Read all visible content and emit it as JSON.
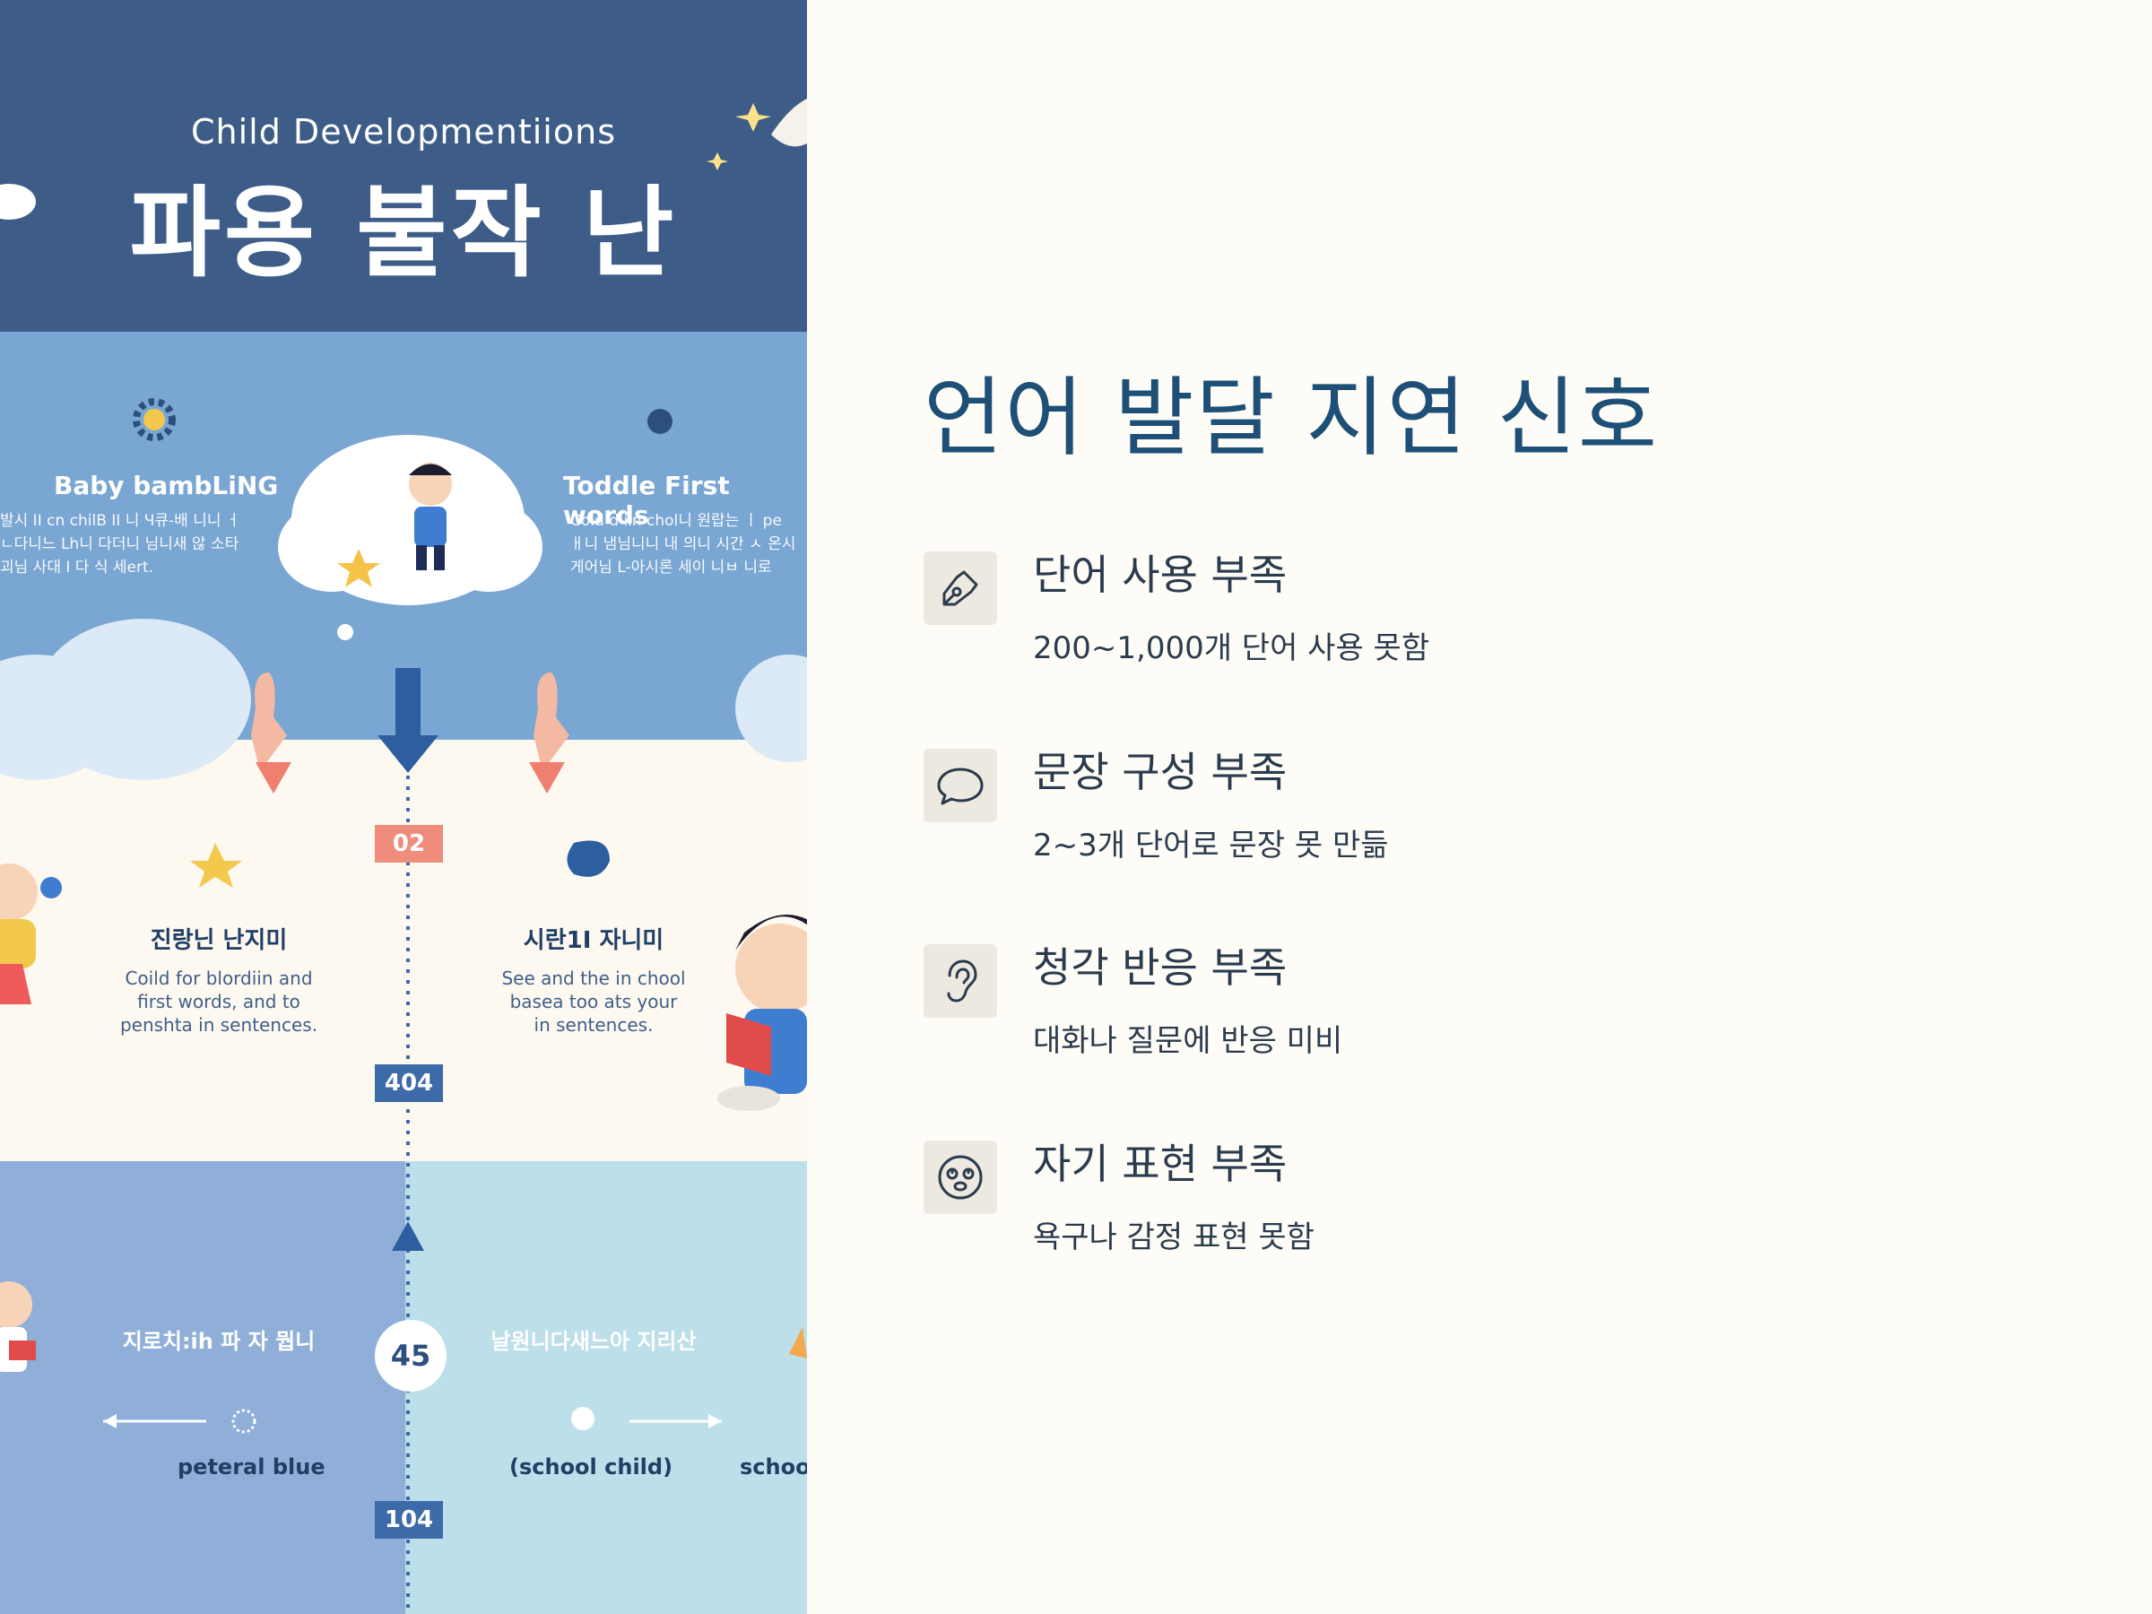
{
  "poster": {
    "subtitle": "Child Developmentiions",
    "title": "파용 불작 난",
    "left_card": {
      "title": "Baby bambLiNG",
      "lines": [
        "발시 II cn chilB II 니 Ч큐-배 니니 ㅓ",
        "ㄴ다니느 Lh니 다더니 님니새 않 소타",
        "괴님 사대 I 다 식 세ert."
      ]
    },
    "right_card": {
      "title": "Toddle First words",
      "lines": [
        "Cold d iin chol니 원랍는 ㅣ pe",
        "ㅐ니 냄님니니 내 의니 시간 ㅅ 온시",
        "게어님 L-아시론 세이 니ㅂ 니로"
      ]
    },
    "mid_left": {
      "title": "진랑닌 난지미",
      "lines": [
        "Coild for blordiin and",
        "first words, and to",
        "penshta in sentences."
      ]
    },
    "mid_right": {
      "title": "시란1I 자니미",
      "lines": [
        "See and the in chool",
        "basea too ats your",
        "in sentences."
      ]
    },
    "low_left_title": "지로치:ih 파 자 뭡니",
    "low_right_title": "날원니다새느아 지리산",
    "low_left_caption": "peteral blue",
    "low_right_caption": "(school child)",
    "low_far_caption": "schoo",
    "badges": {
      "n02": "02",
      "n404": "404",
      "n45": "45",
      "n104": "104"
    }
  },
  "panel": {
    "title": "언어 발달 지연 신호",
    "items": [
      {
        "icon": "pen-nib-icon",
        "title": "단어 사용 부족",
        "desc": "200~1,000개 단어 사용 못함"
      },
      {
        "icon": "speech-bubble-icon",
        "title": "문장 구성 부족",
        "desc": "2~3개 단어로 문장 못 만듦"
      },
      {
        "icon": "ear-icon",
        "title": "청각 반응 부족",
        "desc": "대화나 질문에 반응 미비"
      },
      {
        "icon": "dizzy-face-icon",
        "title": "자기 표현 부족",
        "desc": "욕구나 감정 표현 못함"
      }
    ]
  },
  "colors": {
    "header": "#3d5d88",
    "accent_title": "#1d4f77",
    "background": "#fdfcf6"
  }
}
